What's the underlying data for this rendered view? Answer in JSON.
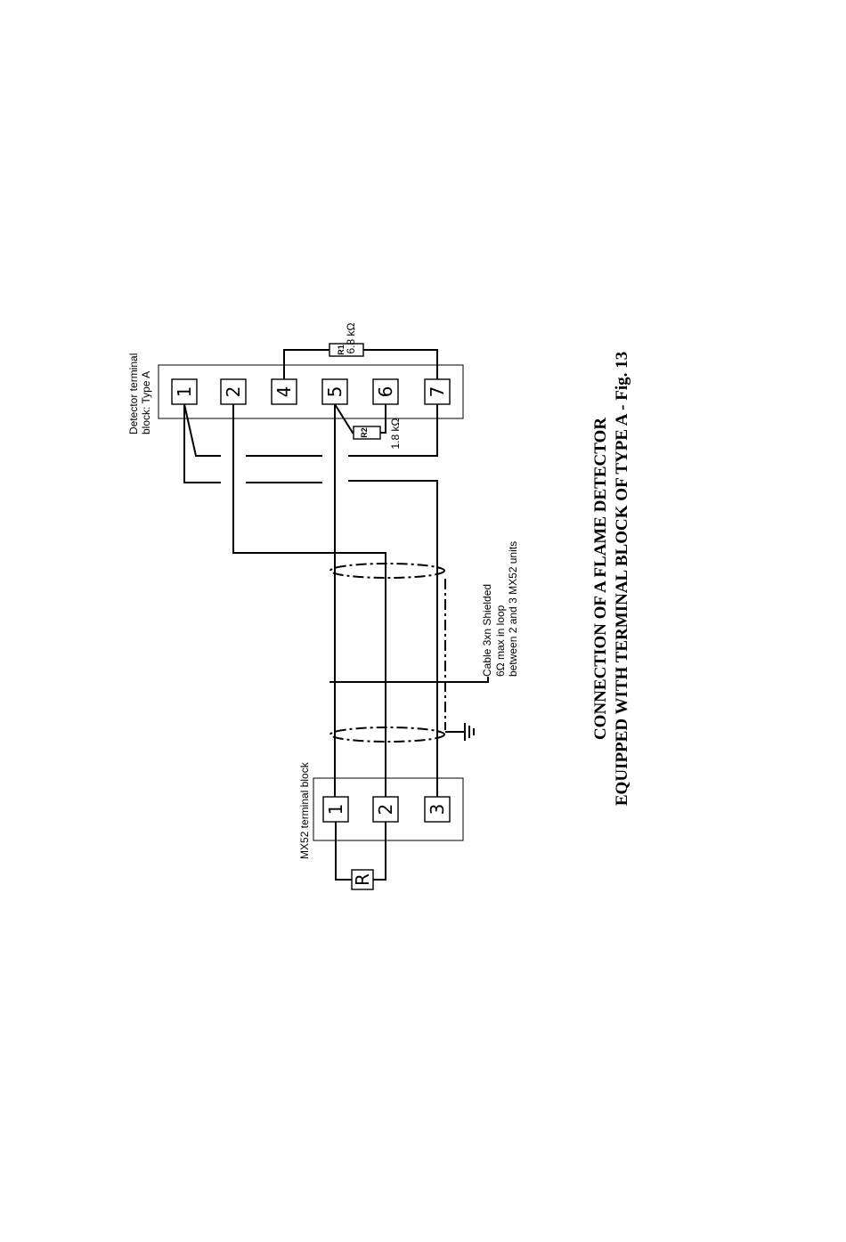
{
  "detector_block": {
    "label_line1": "Detector terminal",
    "label_line2": "block: Type A",
    "terminals": [
      "1",
      "2",
      "4",
      "5",
      "6",
      "7"
    ]
  },
  "mx52_block": {
    "label": "MX52 terminal block",
    "terminals": [
      "1",
      "2",
      "3"
    ],
    "resistor": "R"
  },
  "resistors": {
    "r1_label": "R1",
    "r1_value": "6.8 kΩ",
    "r2_label": "R2",
    "r2_value": "1.8 kΩ"
  },
  "cable": {
    "line1": "Cable 3xn Shielded",
    "line2": "6Ω  max in loop",
    "line3": "between 2 and 3 MX52 units"
  },
  "caption": {
    "line1": "CONNECTION OF A FLAME DETECTOR",
    "line2": "EQUIPPED WITH TERMINAL BLOCK OF TYPE A - Fig. 13"
  }
}
